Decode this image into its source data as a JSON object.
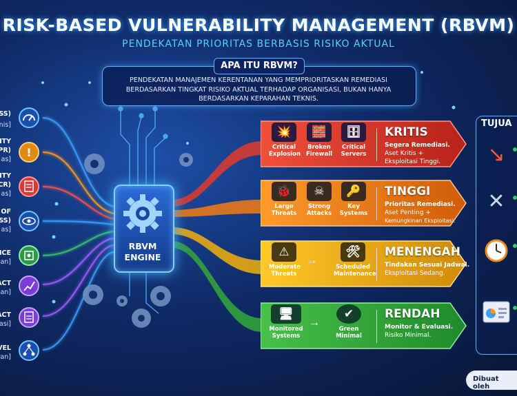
{
  "header": {
    "title": "RISK-BASED VULNERABILITY MANAGEMENT (RBVM)",
    "subtitle": "PENDEKATAN PRIORITAS BERBASIS RISIKO AKTUAL"
  },
  "intro": {
    "title": "APA ITU RBVM?",
    "body": "PENDEKATAN MANAJEMEN KERENTANAN YANG MEMPRIORITASKAN REMEDIASI BERDASARKAN TINGKAT RISIKO AKTUAL TERHADAP ORGANISASI, BUKAN HANYA BERDASARKAN KEPARAHAN TEKNIS."
  },
  "factors": [
    {
      "line1": "SS)",
      "line2": "nis]",
      "icon": "gauge-icon",
      "color": "#3aa0ff"
    },
    {
      "line1": "ITY",
      "line2": "PR)",
      "line3": "as]",
      "icon": "alert-icon",
      "color": "#ff9a1f"
    },
    {
      "line1": "ITY",
      "line2": "CR)",
      "line3": "as]",
      "icon": "document-icon",
      "color": "#ff5050"
    },
    {
      "line1": "OF",
      "line2": "SS)",
      "line3": "as]",
      "icon": "eye-icon",
      "color": "#3aa0ff"
    },
    {
      "line1": "NCE",
      "line2": "an]",
      "icon": "chip-icon",
      "color": "#3ac36a"
    },
    {
      "line1": "ACT",
      "line2": "an]",
      "icon": "chart-icon",
      "color": "#a35cff"
    },
    {
      "line1": "ACT",
      "line2": "asi]",
      "icon": "clipboard-icon",
      "color": "#a35cff"
    },
    {
      "line1": "VEL",
      "line2": "ran]",
      "icon": "network-icon",
      "color": "#3aa0ff"
    }
  ],
  "engine": {
    "line1": "RBVM",
    "line2": "ENGINE",
    "icon": "gear-icon"
  },
  "levels": [
    {
      "name": "KRITIS",
      "desc1": "Segera Remediasi.",
      "desc2": "Aset Kritis +",
      "desc3": "Eksploitasi Tinggi.",
      "color": "#e23a2c",
      "color2": "#b8221a",
      "tiles": [
        {
          "label": "Critical Explosion",
          "icon": "explosion-icon"
        },
        {
          "label": "Broken Firewall",
          "icon": "firewall-icon"
        },
        {
          "label": "Critical Servers",
          "icon": "server-icon"
        }
      ]
    },
    {
      "name": "TINGGI",
      "desc1": "Prioritas Remediasi.",
      "desc2": "Aset Penting +",
      "desc3": "Kemungkinan Eksploitasi.",
      "color": "#f47c12",
      "color2": "#d05c08",
      "tiles": [
        {
          "label": "Large Threats",
          "icon": "bug-icon"
        },
        {
          "label": "Strong Attacks",
          "icon": "hacker-icon"
        },
        {
          "label": "Key Systems",
          "icon": "key-icon"
        }
      ]
    },
    {
      "name": "MENENGAH",
      "desc1": "Tindakan Sesuai Jadwal.",
      "desc2": "Eksploitasi Sedang.",
      "desc3": "",
      "color": "#f2b10c",
      "color2": "#d08a06",
      "tiles": [
        {
          "label": "Moderate Threats",
          "icon": "warning-icon"
        },
        {
          "label": "Scheduled Maintenance",
          "icon": "tools-icon"
        }
      ]
    },
    {
      "name": "RENDAH",
      "desc1": "Monitor & Evaluasi.",
      "desc2": "Risiko Minimal.",
      "desc3": "",
      "color": "#34a83a",
      "color2": "#1f8a2a",
      "tiles": [
        {
          "label": "Monitored Systems",
          "icon": "monitor-icon"
        },
        {
          "label": "Green Minimal",
          "icon": "check-icon"
        }
      ]
    }
  ],
  "right_panel": {
    "title": "TUJUA",
    "icons": [
      "trend-down-icon",
      "tools-icon",
      "clock-icon",
      "dashboard-icon"
    ]
  },
  "footer": {
    "text": "Dibuat oleh"
  }
}
